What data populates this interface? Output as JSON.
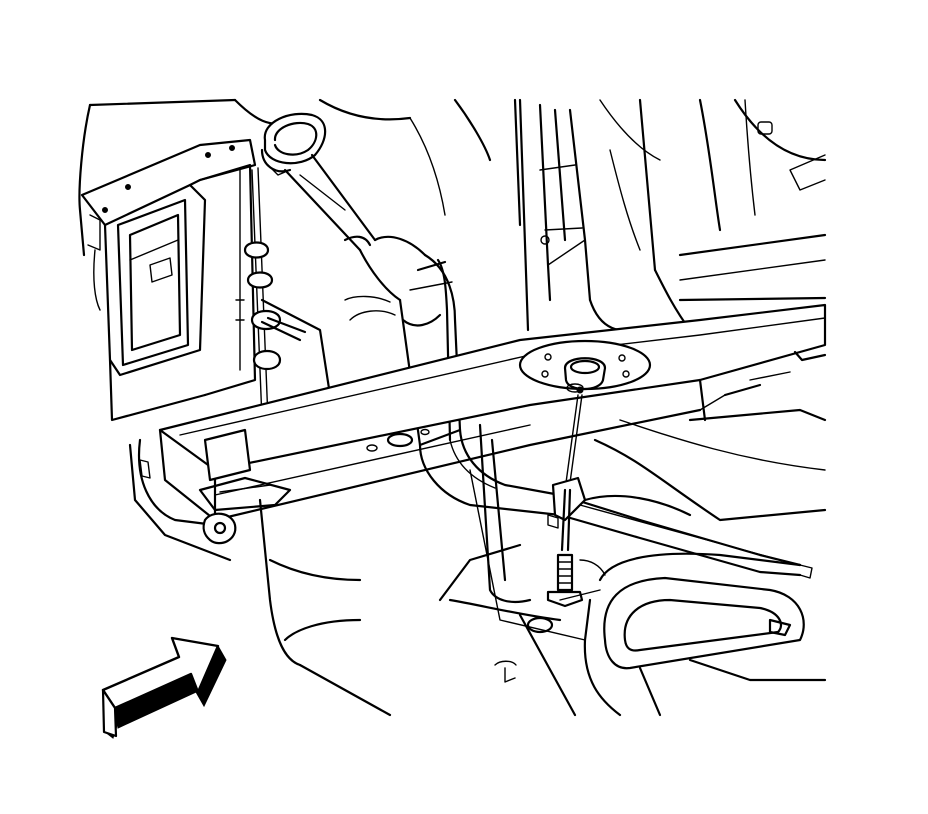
{
  "diagram": {
    "kind": "line-art service illustration",
    "palette": {
      "stroke": "#000000",
      "background": "#ffffff"
    },
    "components": [
      {
        "name": "frame-rail",
        "icon": "frame-rail-shape"
      },
      {
        "name": "fuel-filler-pipe",
        "icon": "pipe-shape"
      },
      {
        "name": "filler-neck-cap",
        "icon": "ring-shape"
      },
      {
        "name": "mounting-bracket",
        "icon": "bracket-shape"
      },
      {
        "name": "flange-plate",
        "icon": "flange-shape"
      },
      {
        "name": "pipe-clip",
        "icon": "clip-shape"
      },
      {
        "name": "fastener-bolt",
        "icon": "bolt-shape"
      },
      {
        "name": "fuel-tank",
        "icon": "tank-shape"
      },
      {
        "name": "rear-wheelhouse",
        "icon": "wheelhouse-shape"
      },
      {
        "name": "direction-arrow",
        "icon": "arrow-icon"
      }
    ]
  }
}
